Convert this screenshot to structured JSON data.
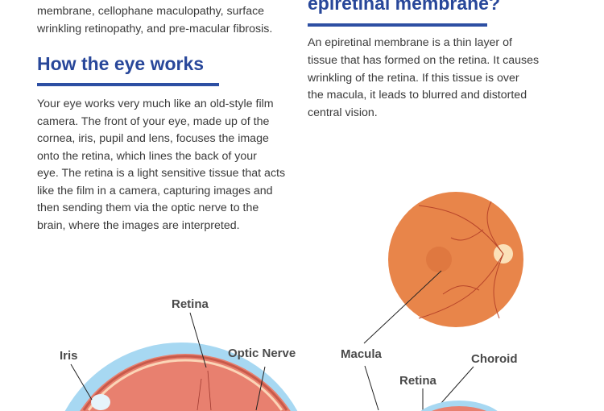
{
  "left_column": {
    "intro_lines": [
      "membrane, cellophane maculopathy, surface",
      "wrinkling retinopathy, and pre-macular fibrosis."
    ],
    "heading": "How the eye works",
    "paragraph_lines": [
      "Your eye works very much like an old-style film",
      "camera. The front of your eye, made up of the",
      "cornea, iris, pupil and lens, focuses the image",
      "onto the retina, which lines the back of your",
      "eye. The retina is a light sensitive tissue that acts",
      "like the film in a camera, capturing images and",
      "then sending them via the optic nerve to the",
      "brain, where the images are interpreted."
    ]
  },
  "right_column": {
    "heading": "epiretinal membrane?",
    "paragraph_lines": [
      "An epiretinal membrane is a thin layer of",
      "tissue that has formed on the retina. It causes",
      "wrinkling of the retina. If this tissue is over",
      "the macula, it leads to blurred and distorted",
      "central vision."
    ]
  },
  "diagram_labels": {
    "retina_top": "Retina",
    "iris": "Iris",
    "optic_nerve": "Optic Nerve",
    "macula": "Macula",
    "choroid": "Choroid",
    "retina_right": "Retina"
  },
  "colors": {
    "heading": "#28479a",
    "fundus": "#e8854a",
    "eye_body": "#e8806f",
    "sclera": "#9fd3ee"
  }
}
